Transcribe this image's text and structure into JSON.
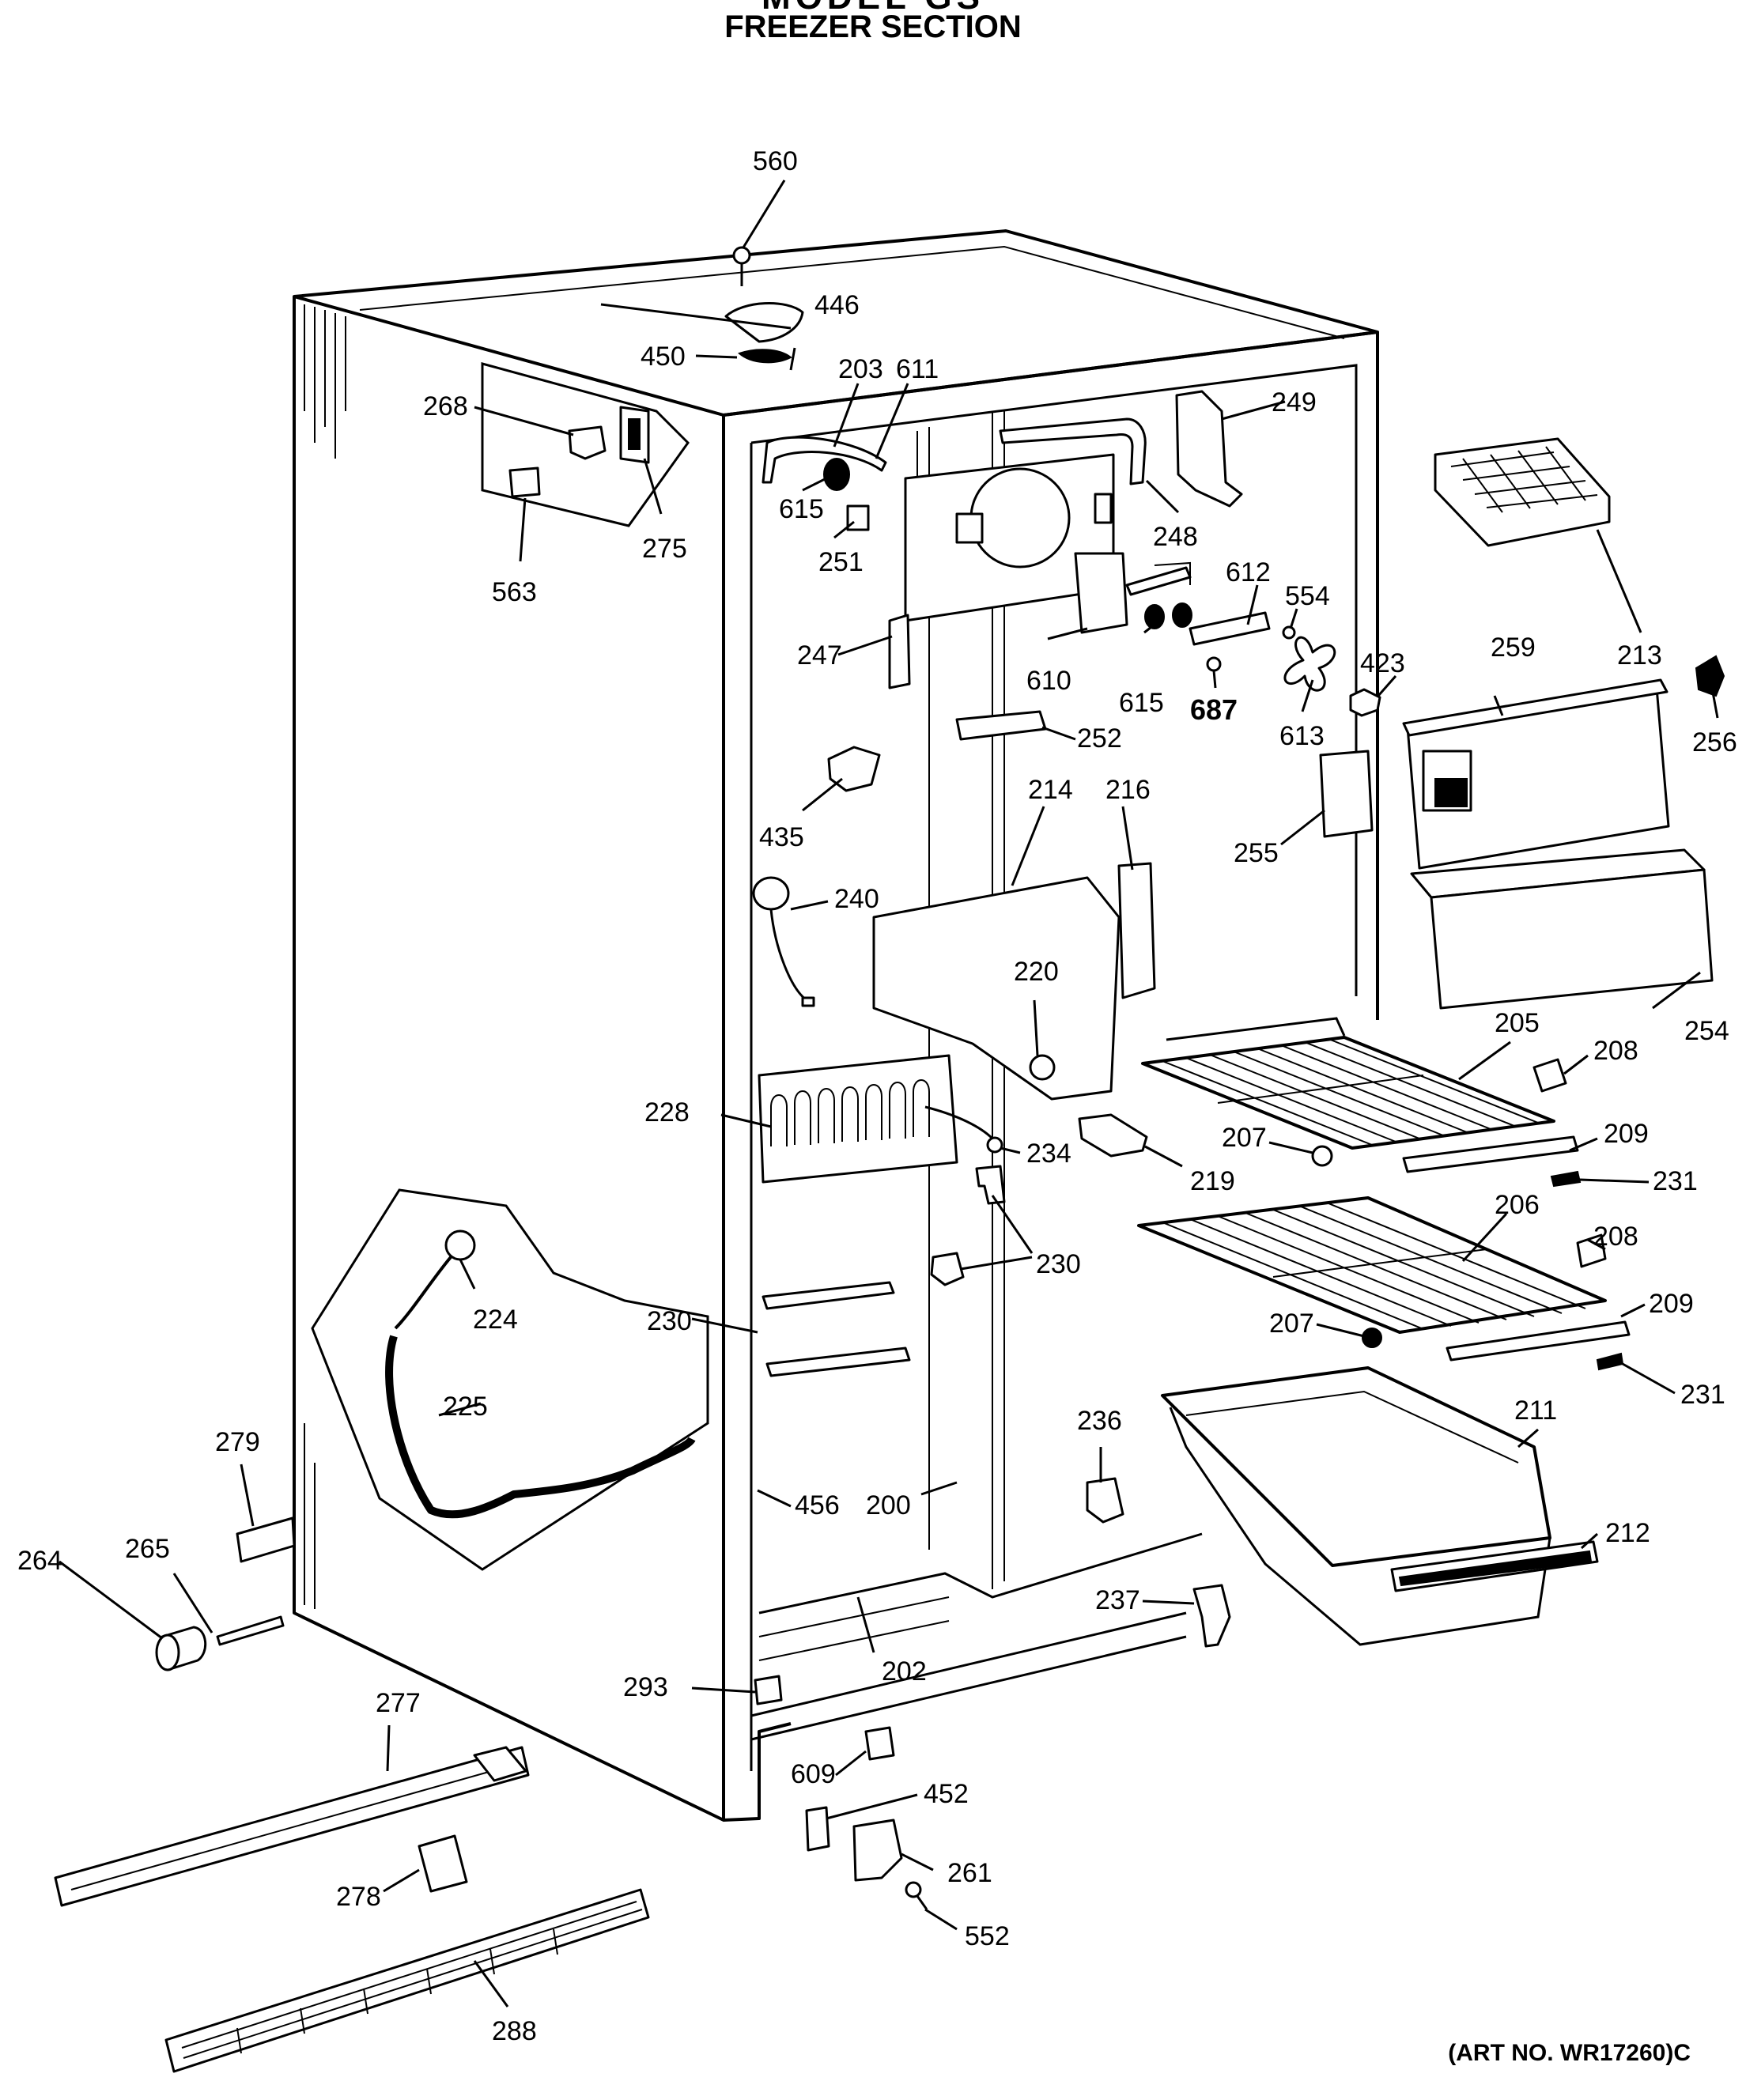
{
  "header": {
    "model_line": "MODEL GS",
    "section_title": "FREEZER SECTION"
  },
  "footer": {
    "art_number": "(ART NO. WR17260)C"
  },
  "labels": {
    "p560": "560",
    "p446": "446",
    "p450": "450",
    "p203": "203",
    "p611": "611",
    "p249": "249",
    "p268": "268",
    "p275": "275",
    "p563": "563",
    "p615a": "615",
    "p251": "251",
    "p248": "248",
    "p247": "247",
    "p610": "610",
    "p615b": "615",
    "p612": "612",
    "p554": "554",
    "p687": "687",
    "p613": "613",
    "p423": "423",
    "p213": "213",
    "p259": "259",
    "p256": "256",
    "p252": "252",
    "p435": "435",
    "p214": "214",
    "p216": "216",
    "p255": "255",
    "p240": "240",
    "p220": "220",
    "p254": "254",
    "p205": "205",
    "p208a": "208",
    "p228": "228",
    "p234": "234",
    "p207a": "207",
    "p209a": "209",
    "p219": "219",
    "p231a": "231",
    "p206": "206",
    "p230a": "230",
    "p224": "224",
    "p208b": "208",
    "p230b": "230",
    "p207b": "207",
    "p209b": "209",
    "p231b": "231",
    "p225": "225",
    "p236": "236",
    "p211": "211",
    "p279": "279",
    "p456": "456",
    "p200": "200",
    "p212": "212",
    "p264": "264",
    "p265": "265",
    "p237": "237",
    "p202": "202",
    "p293": "293",
    "p277": "277",
    "p609": "609",
    "p452": "452",
    "p261": "261",
    "p278": "278",
    "p552": "552",
    "p288": "288"
  }
}
